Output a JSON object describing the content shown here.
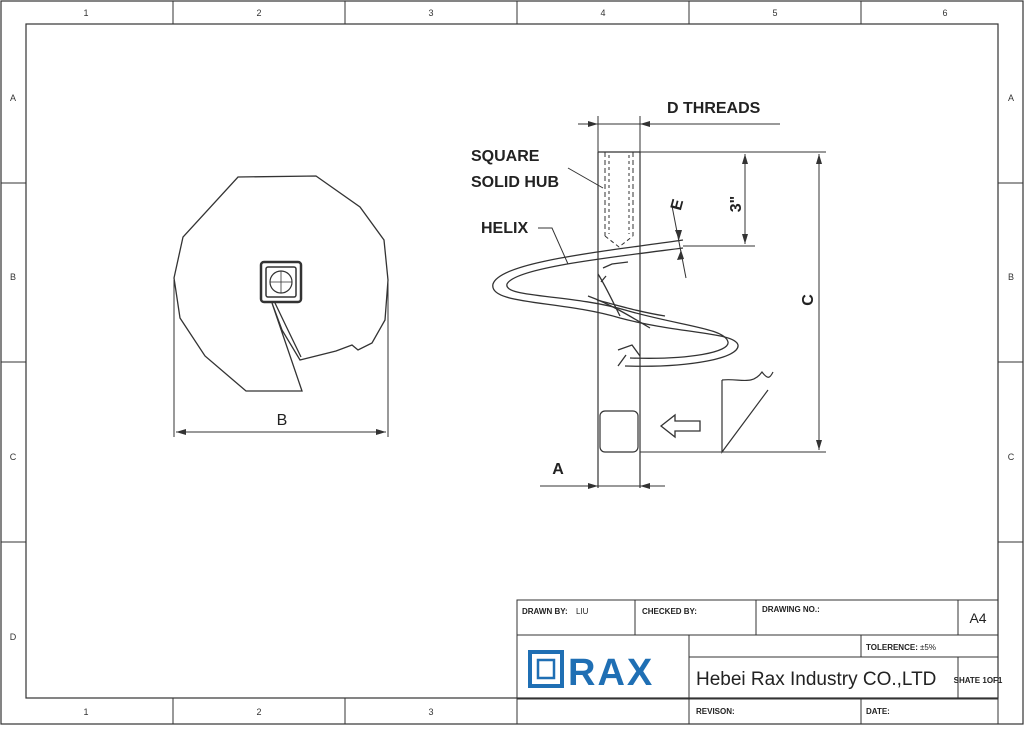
{
  "border": {
    "columns_top": [
      "1",
      "2",
      "3",
      "4",
      "5",
      "6"
    ],
    "columns_bottom": [
      "1",
      "2",
      "3"
    ],
    "rows": [
      "A",
      "B",
      "C",
      "D"
    ]
  },
  "drawing": {
    "labels": {
      "threads": "D  THREADS",
      "hub_line1": "SQUARE",
      "hub_line2": "SOLID HUB",
      "helix": "HELIX",
      "dim_a": "A",
      "dim_b": "B",
      "dim_c": "C",
      "dim_e": "E",
      "dim_3in": "3\""
    }
  },
  "title_block": {
    "drawn_by_label": "DRAWN BY:",
    "drawn_by_value": "LIU",
    "checked_by_label": "CHECKED BY:",
    "drawing_no_label": "DRAWING NO.:",
    "sheet_size": "A4",
    "tolerance_label": "TOLERENCE:",
    "tolerance_value": "±5%",
    "company": "Hebei Rax Industry CO.,LTD",
    "logo_text": "RAX",
    "sheet": "SHATE 1OF1",
    "revision_label": "REVISON:",
    "date_label": "DATE:"
  },
  "colors": {
    "logo_blue": "#1f6fb4",
    "line": "#333333"
  }
}
